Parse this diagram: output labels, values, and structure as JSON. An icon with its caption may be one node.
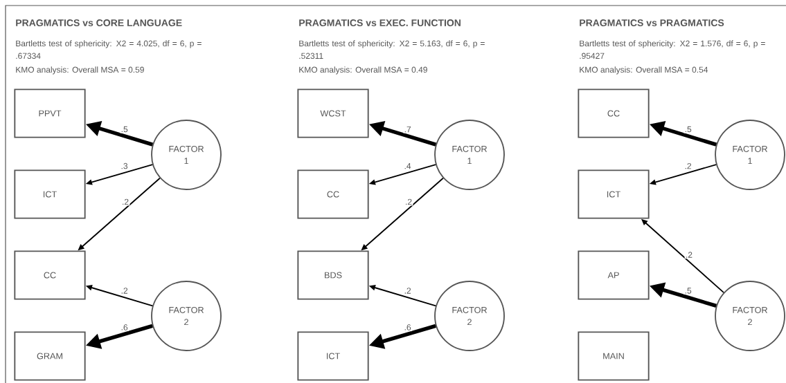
{
  "diagram": {
    "nodes": [
      {
        "text": [
          "PPVT"
        ]
      },
      {
        "text": [
          "ICT"
        ]
      },
      {
        "text": [
          "CC"
        ]
      },
      {
        "text": [
          "GRAM"
        ]
      },
      {
        "text": [
          "FACTOR 1"
        ]
      },
      {
        "text": [
          "FACTOR 2"
        ]
      },
      {
        "text": [
          "WCST"
        ]
      },
      {
        "text": [
          "CC"
        ]
      },
      {
        "text": [
          "BDS"
        ]
      },
      {
        "text": [
          "ICT"
        ]
      },
      {
        "text": [
          "FACTOR 1"
        ]
      },
      {
        "text": [
          "FACTOR 2"
        ]
      },
      {
        "text": [
          "CC"
        ]
      },
      {
        "text": [
          "ICT"
        ]
      },
      {
        "text": [
          "AP"
        ]
      },
      {
        "text": [
          "MAIN"
        ]
      },
      {
        "text": [
          "FACTOR 1"
        ]
      },
      {
        "text": [
          "FACTOR 2"
        ]
      }
    ],
    "edges": [
      {
        "from": 4,
        "to": 0,
        "arrow": "to",
        "label": ".5",
        "style": "thick"
      },
      {
        "from": 4,
        "to": 1,
        "arrow": "to",
        "label": ".3"
      },
      {
        "from": 4,
        "to": 2,
        "arrow": "to",
        "label": ".2"
      },
      {
        "from": 5,
        "to": 2,
        "arrow": "to",
        "label": ".2"
      },
      {
        "from": 5,
        "to": 3,
        "arrow": "to",
        "label": ".6",
        "style": "thick"
      },
      {
        "from": 10,
        "to": 6,
        "arrow": "to",
        "label": ".7",
        "style": "thick"
      },
      {
        "from": 10,
        "to": 7,
        "arrow": "to",
        "label": ".4"
      },
      {
        "from": 10,
        "to": 8,
        "arrow": "to",
        "label": ".2"
      },
      {
        "from": 11,
        "to": 8,
        "arrow": "to",
        "label": ".2"
      },
      {
        "from": 11,
        "to": 9,
        "arrow": "to",
        "label": ".6",
        "style": "thick"
      },
      {
        "from": 16,
        "to": 12,
        "arrow": "to",
        "label": ".5",
        "style": "thick"
      },
      {
        "from": 16,
        "to": 13,
        "arrow": "to",
        "label": ".2"
      },
      {
        "from": 17,
        "to": 13,
        "arrow": "to",
        "label": ".2"
      },
      {
        "from": 17,
        "to": 14,
        "arrow": "to",
        "label": ".5",
        "style": "thick"
      }
    ],
    "labels": [
      "PRAGMATICS vs CORE LANGUAGE",
      "Bartletts test of sphericity:  X2 = 4.025, df = 6, p = .67334",
      "KMO analysis: Overall MSA =  0.59",
      "PRAGMATICS vs EXEC. FUNCTION",
      "Bartletts test of sphericity: X2 = 5.163, df = 6, p = .52311",
      "KMO analysis: Overall MSA =  0.49",
      "PRAGMATICS vs PRAGMATICS",
      "Bartletts test of sphericity: X2 = 1.576, df = 6, p = .95427",
      "KMO analysis: Overall MSA =  0.54"
    ]
  }
}
